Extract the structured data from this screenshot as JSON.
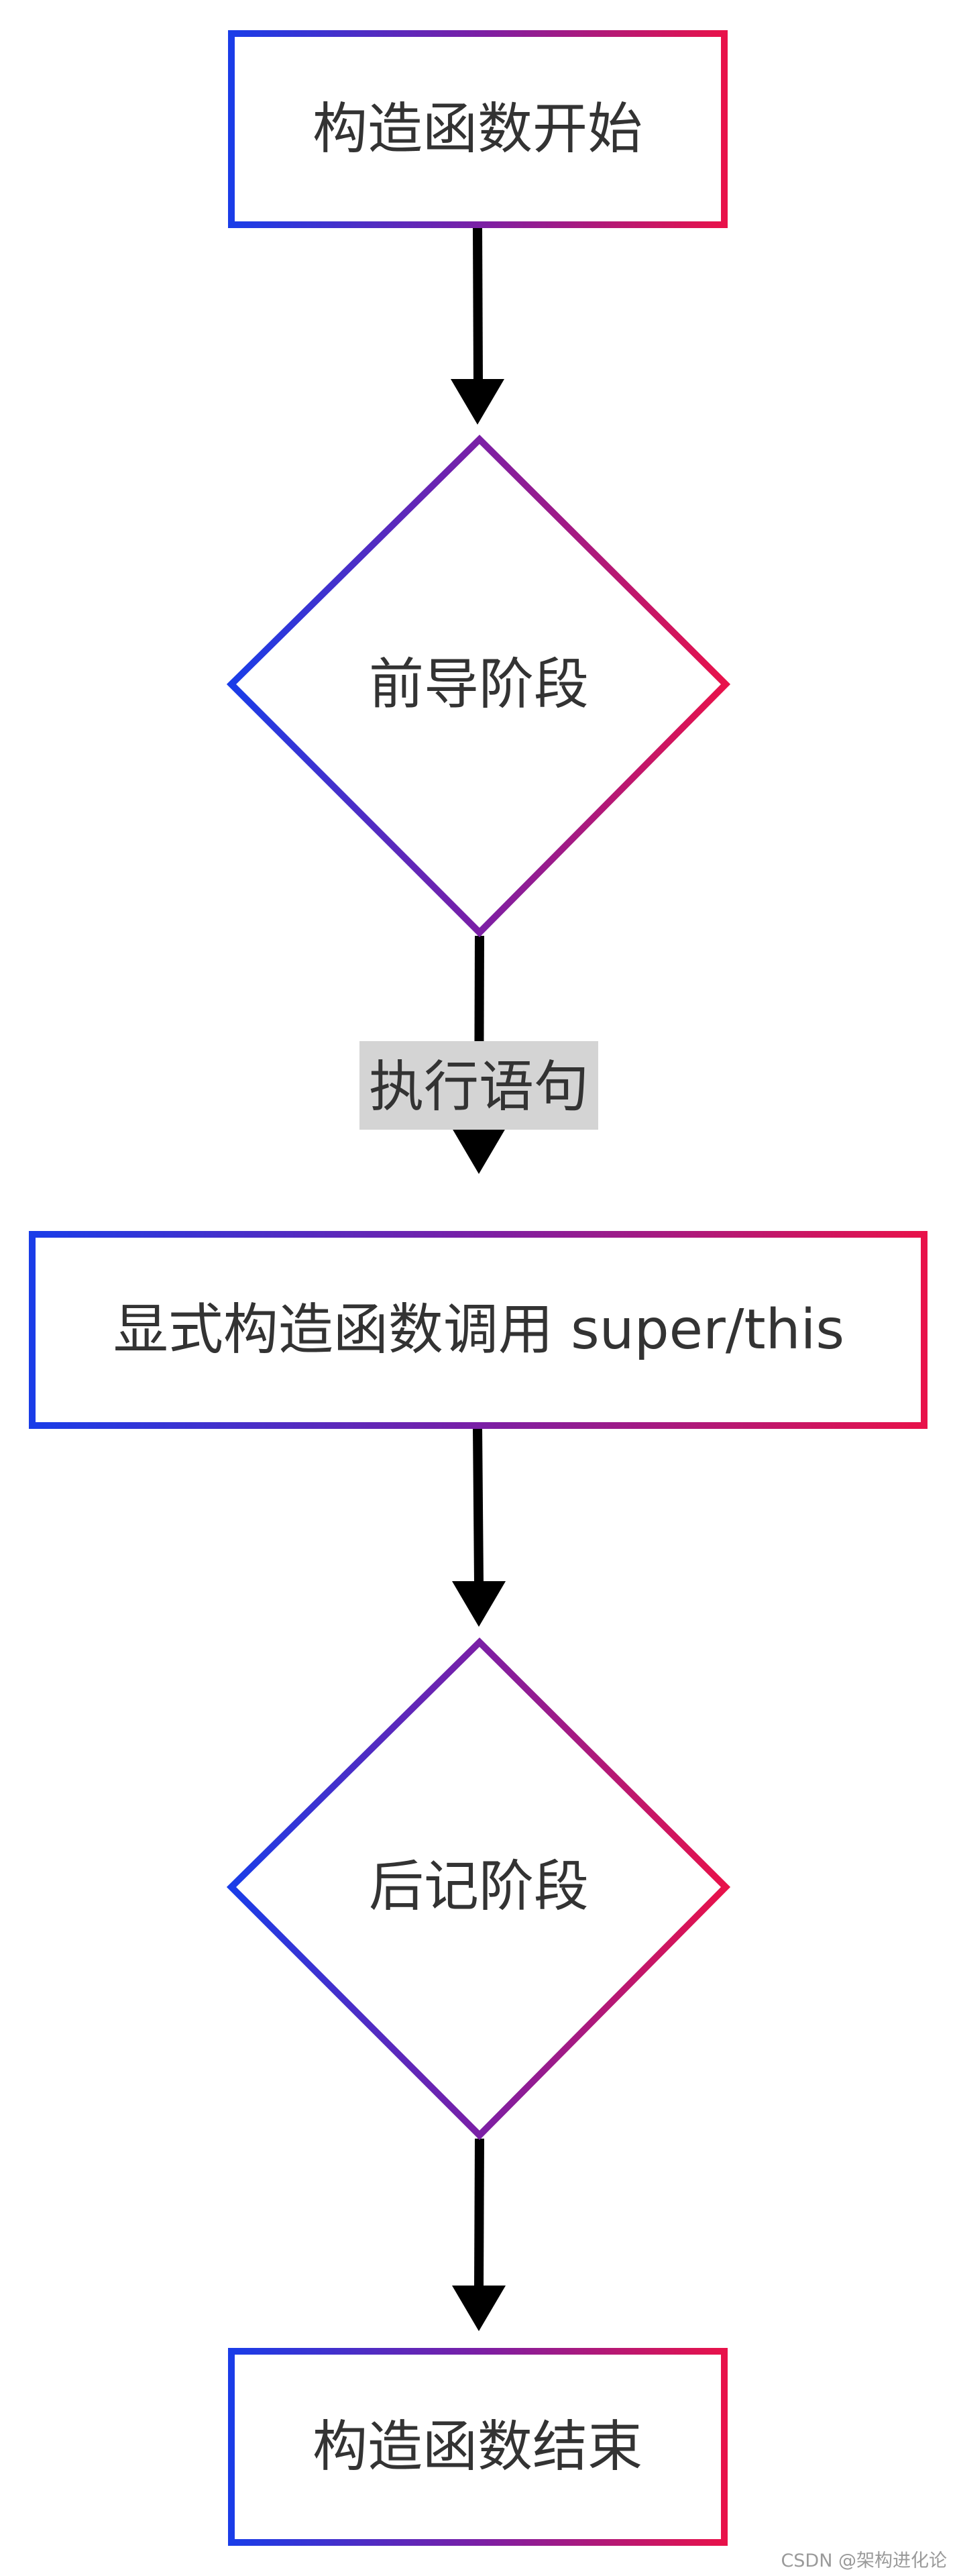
{
  "diagram": {
    "nodes": {
      "start": "构造函数开始",
      "pre_phase": "前导阶段",
      "explicit_call": "显式构造函数调用 super/this",
      "post_phase": "后记阶段",
      "end": "构造函数结束"
    },
    "edge_labels": {
      "pre_to_call": "执行语句"
    },
    "colors": {
      "gradient_start": "#1a3de8",
      "gradient_mid": "#7a1fa6",
      "gradient_end": "#e8124a",
      "arrow": "#000000",
      "edge_label_background": "#d4d4d4",
      "text": "#333333"
    }
  },
  "watermark": "CSDN @架构进化论"
}
